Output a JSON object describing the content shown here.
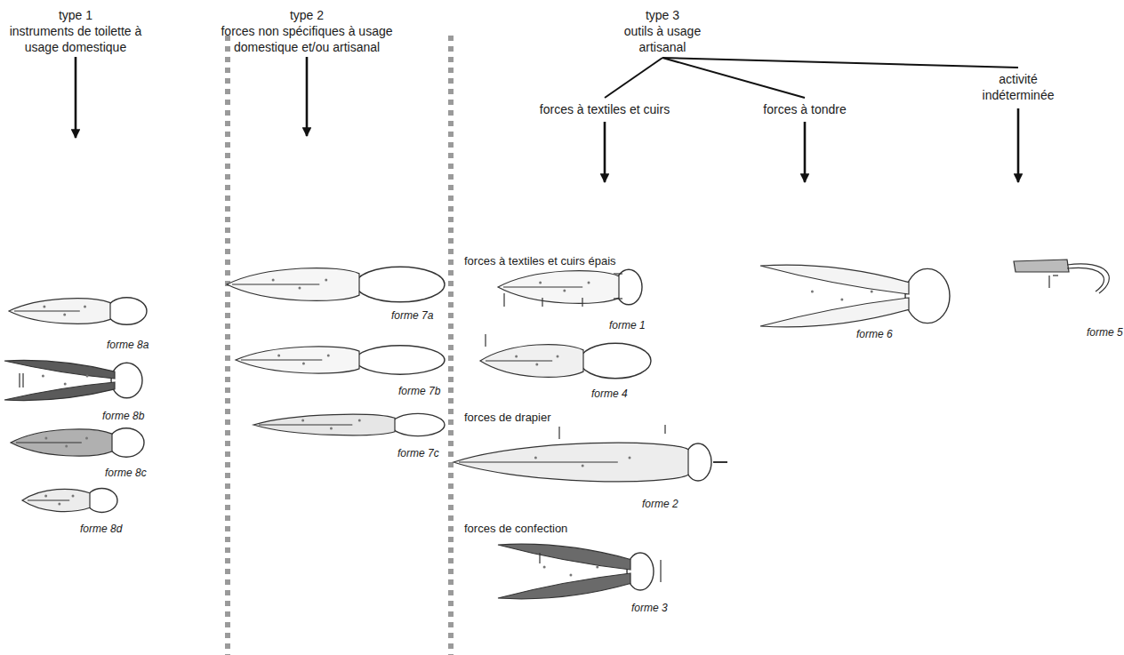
{
  "diagram": {
    "nodes": [
      {
        "text": [
          "type 1",
          "instruments de toilette à usage domestique"
        ]
      },
      {
        "text": [
          "type 2",
          "forces non spécifiques à usage domestique et/ou artisanal"
        ]
      },
      {
        "text": [
          "type 3",
          "outils à usage artisanal"
        ]
      },
      {
        "text": [
          "forces à textiles et cuirs"
        ]
      },
      {
        "text": [
          "forces à tondre"
        ]
      },
      {
        "text": [
          "activité indéterminée"
        ]
      }
    ],
    "edges": [
      {
        "from": 2,
        "to": 3,
        "arrow": "none"
      },
      {
        "from": 2,
        "to": 4,
        "arrow": "none"
      },
      {
        "from": 2,
        "to": 5,
        "arrow": "none"
      }
    ],
    "labels": [
      "forme 8a",
      "forme 8b",
      "forme 8c",
      "forme 8d",
      "forme 7a",
      "forme 7b",
      "forme 7c",
      "forces à textiles et cuirs épais",
      "forme 1",
      "forme 4",
      "forces de drapier",
      "forme 2",
      "forces de confection",
      "forme 3",
      "forme 6",
      "forme 5"
    ]
  }
}
